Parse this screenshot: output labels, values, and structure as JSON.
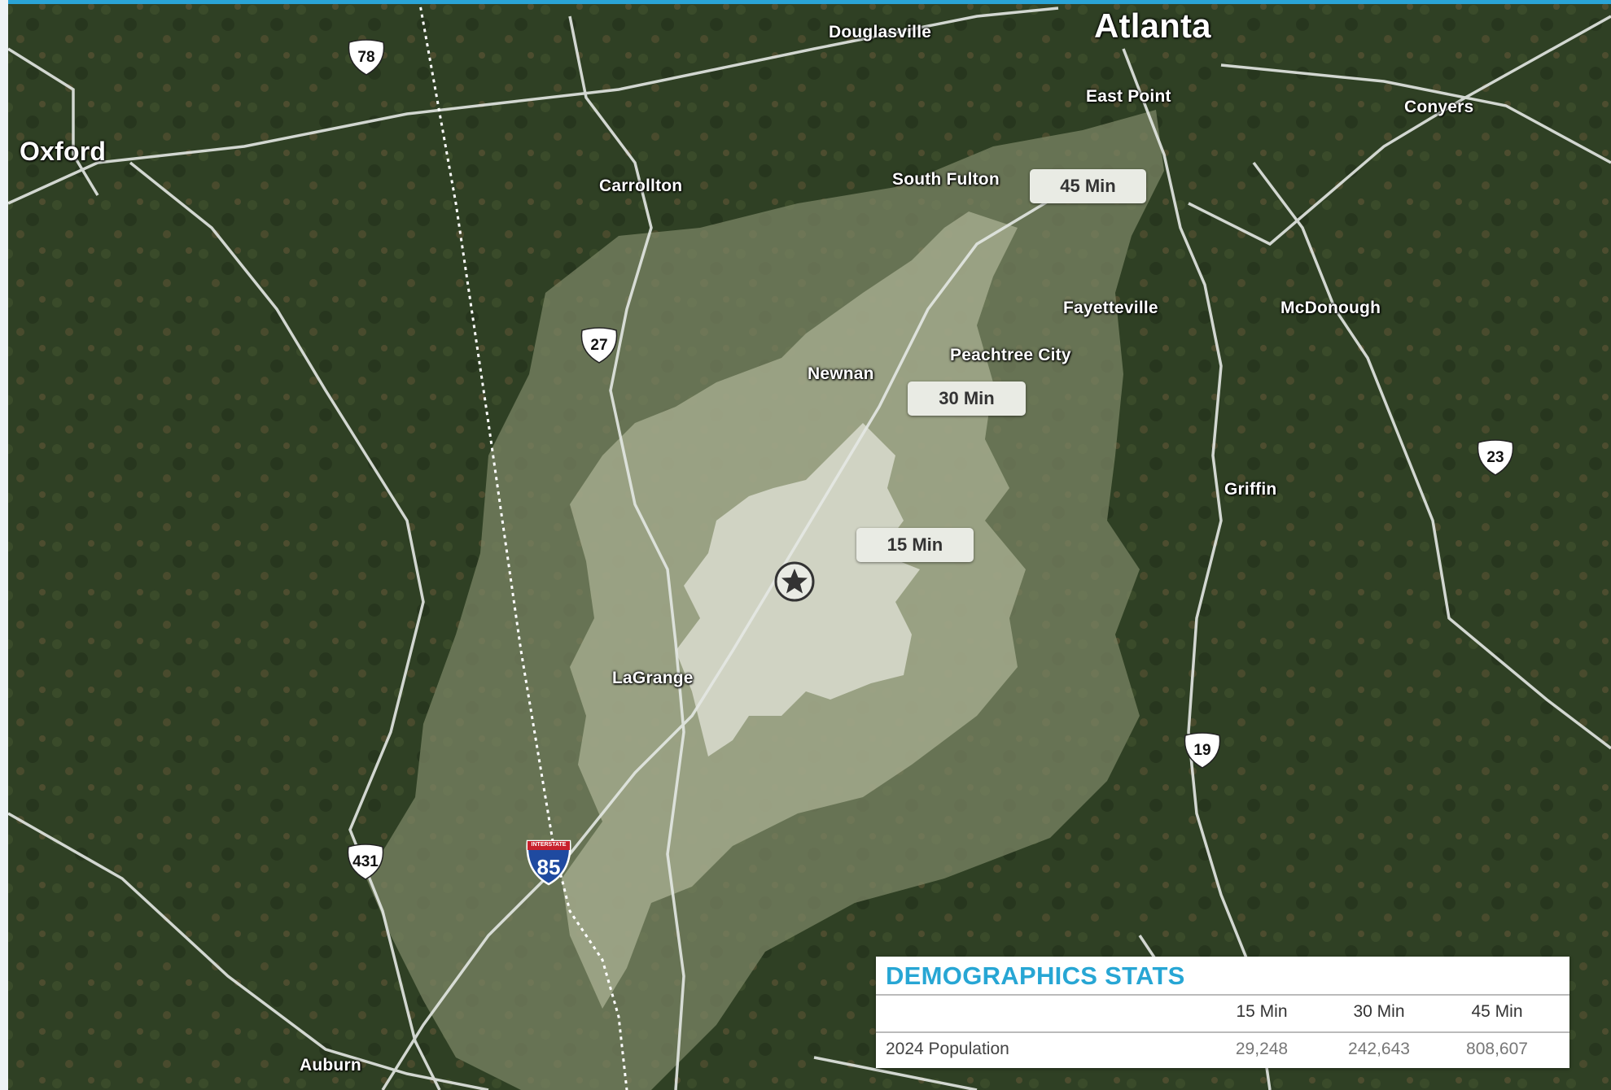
{
  "map": {
    "colors": {
      "terrain": "#2d3e23",
      "terrain_light": "#4a5a35",
      "iso45": "#6b7654",
      "iso30": "#a3aa8b",
      "iso15": "#d4d6c8",
      "roads": "#e8ece8",
      "accent": "#2aa4d6"
    },
    "cities": {
      "atlanta": "Atlanta",
      "oxford": "Oxford",
      "douglasville": "Douglasville",
      "east_point": "East Point",
      "conyers": "Conyers",
      "carrollton": "Carrollton",
      "south_fulton": "South Fulton",
      "fayetteville": "Fayetteville",
      "mcdonough": "McDonough",
      "peachtree_city": "Peachtree City",
      "newnan": "Newnan",
      "griffin": "Griffin",
      "lagrange": "LaGrange",
      "auburn": "Auburn"
    },
    "shields": {
      "us78": "78",
      "us27": "27",
      "us23": "23",
      "us19": "19",
      "us431": "431"
    },
    "interstate": {
      "number": "85",
      "banner": "INTERSTATE"
    },
    "isochrone_labels": {
      "m45": "45 Min",
      "m30": "30 Min",
      "m15": "15 Min"
    },
    "site_marker_icon": "star-icon"
  },
  "stats": {
    "title": "DEMOGRAPHICS STATS",
    "columns": [
      "15 Min",
      "30 Min",
      "45 Min"
    ],
    "rows": [
      {
        "label": "2024 Population",
        "values": [
          "29,248",
          "242,643",
          "808,607"
        ]
      }
    ]
  }
}
